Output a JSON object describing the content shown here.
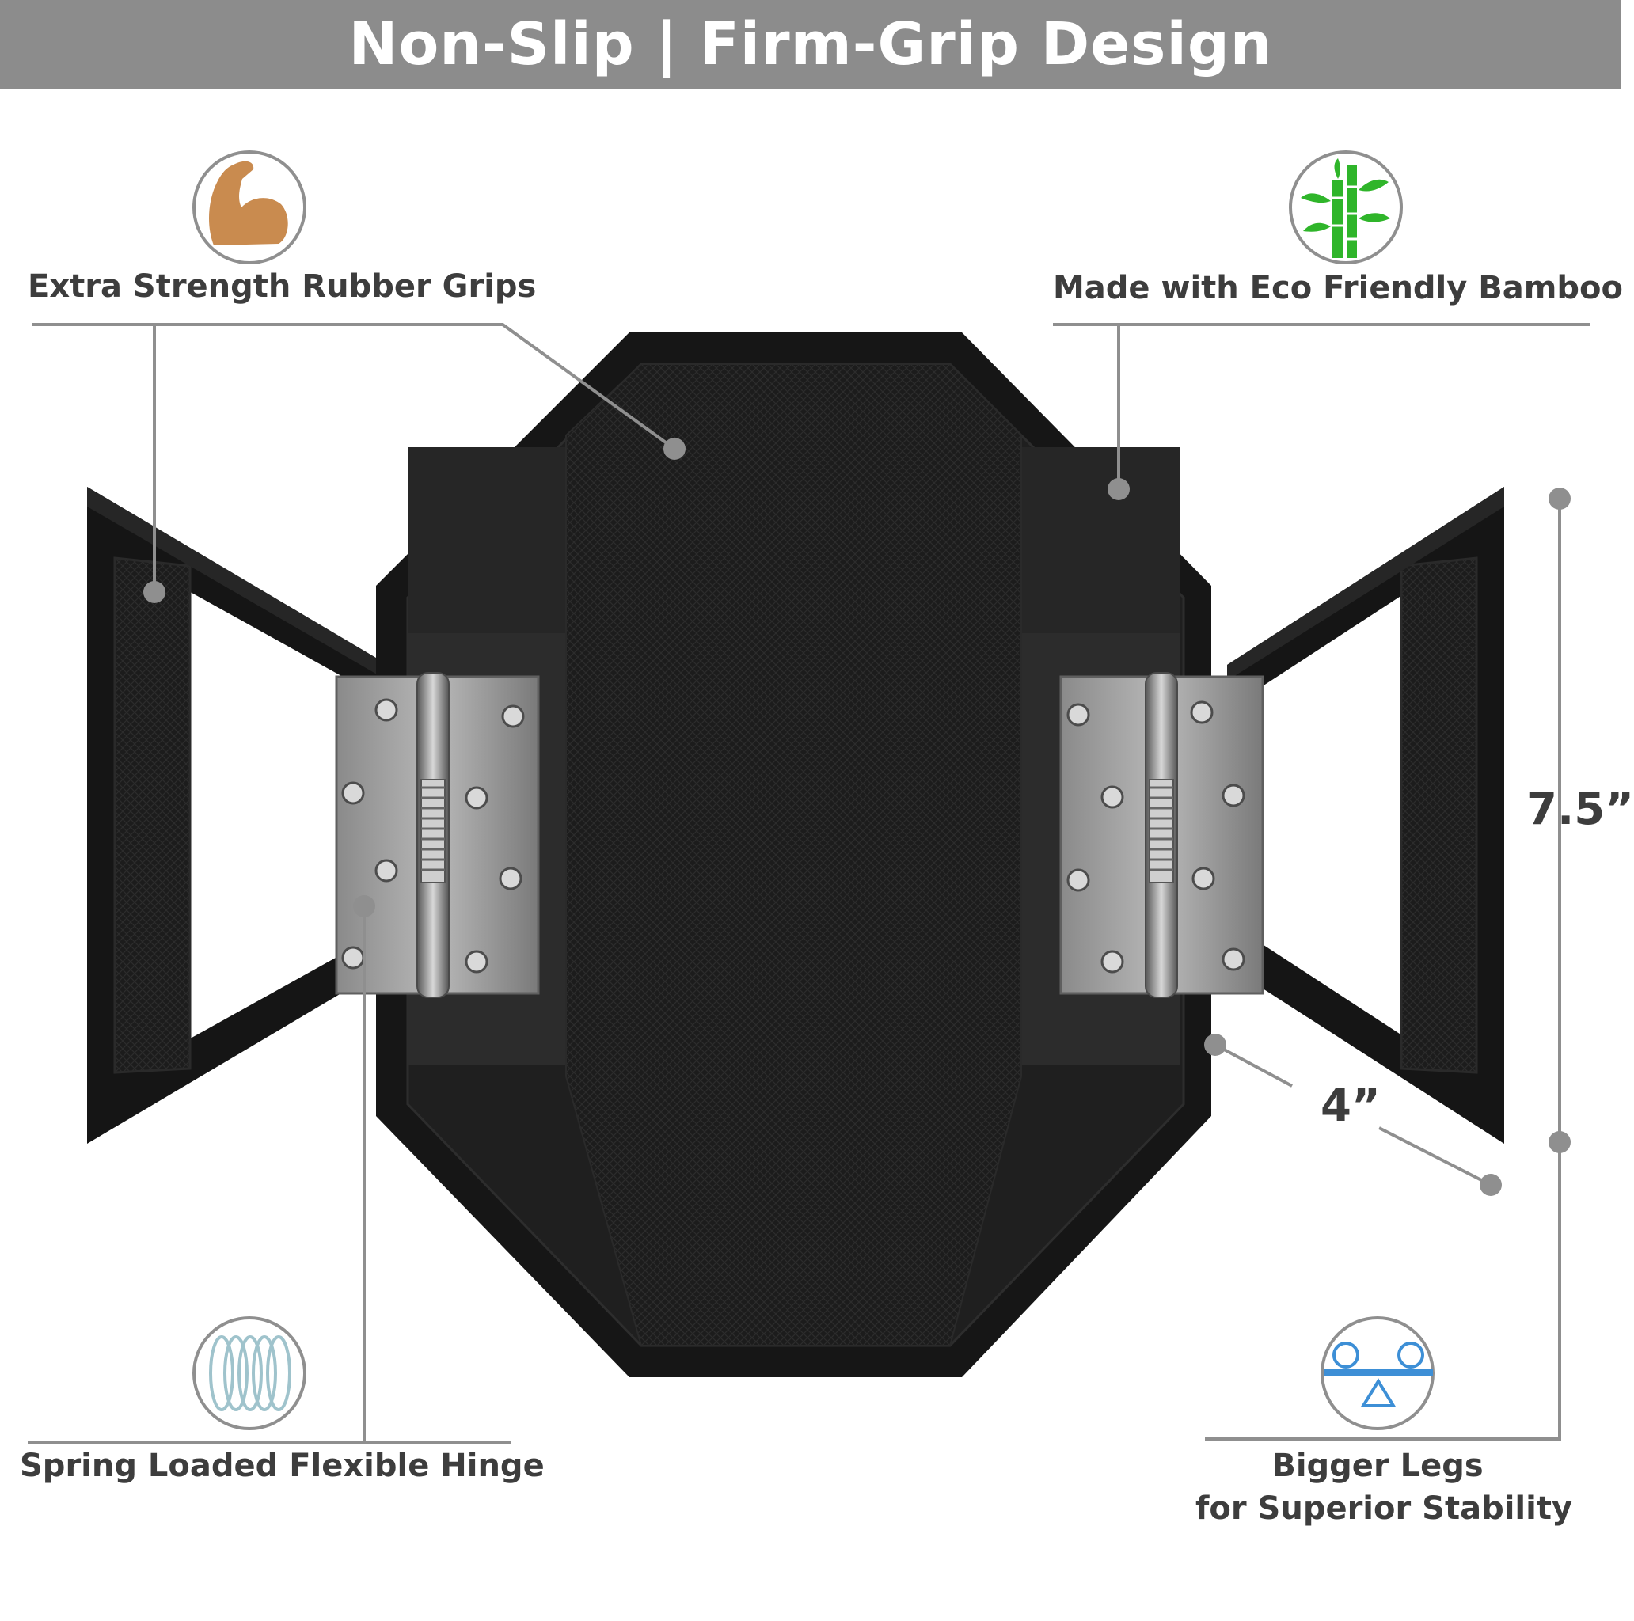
{
  "header": {
    "title": "Non-Slip | Firm-Grip Design"
  },
  "features": {
    "rubber_grips": {
      "label": "Extra Strength Rubber Grips",
      "icon": "flexed-arm-icon"
    },
    "bamboo": {
      "label": "Made with Eco Friendly Bamboo",
      "icon": "bamboo-icon"
    },
    "hinge": {
      "label": "Spring Loaded Flexible Hinge",
      "icon": "spring-coil-icon"
    },
    "legs": {
      "line1": "Bigger Legs",
      "line2": "for Superior Stability",
      "icon": "balance-scale-icon"
    }
  },
  "dimensions": {
    "height": "7.5”",
    "leg_width": "4”"
  },
  "colors": {
    "banner": "#8c8c8c",
    "callout_line": "#8f8f8f",
    "label_text": "#3d3d3d",
    "arm_icon": "#c98b4f",
    "bamboo_icon": "#2fb52a",
    "spring_icon": "#9fc3cc",
    "balance_icon": "#3d8fd6"
  }
}
